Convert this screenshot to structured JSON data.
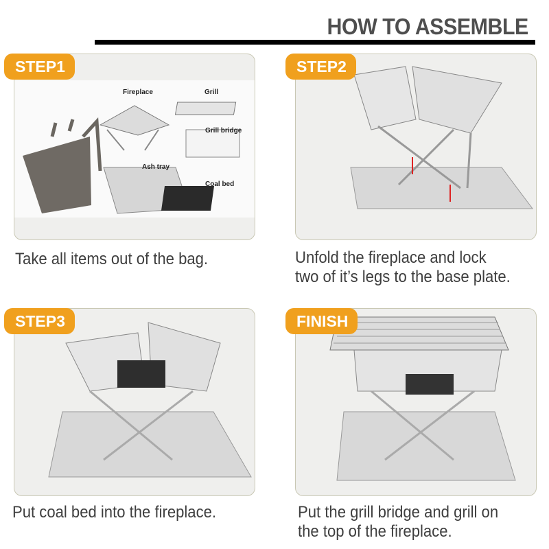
{
  "header": {
    "title": "HOW TO ASSEMBLE"
  },
  "accent_color": "#f0a01e",
  "steps": [
    {
      "badge": "STEP1",
      "caption_lines": [
        "Take all items out of the bag."
      ],
      "parts": [
        "Fireplace",
        "Grill",
        "Grill bridge",
        "Ash tray",
        "Coal bed"
      ]
    },
    {
      "badge": "STEP2",
      "caption_lines": [
        "Unfold the fireplace and lock",
        "two of it’s legs to the base plate."
      ]
    },
    {
      "badge": "STEP3",
      "caption_lines": [
        "Put coal bed into the fireplace."
      ]
    },
    {
      "badge": "FINISH",
      "caption_lines": [
        "Put the grill bridge and grill on",
        "the top of the fireplace."
      ]
    }
  ]
}
